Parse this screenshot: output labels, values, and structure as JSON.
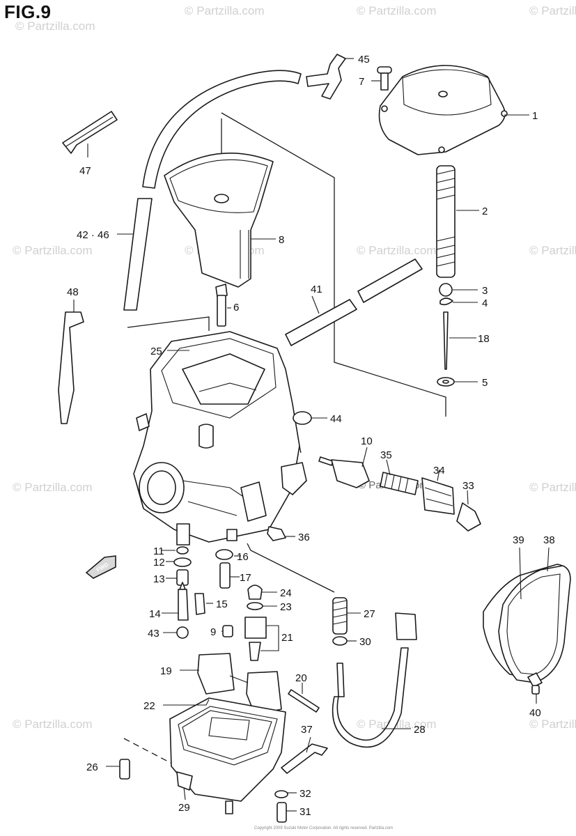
{
  "figure": {
    "title": "FIG.9"
  },
  "watermark": {
    "text": "© Partzilla.com",
    "inline_text": "© Partzilla.com"
  },
  "copyright_line": "Copyright 2009 Suzuki Motor Corporation. All rights reserved. Partzilla.com",
  "direction_badge": {
    "text": "FWD",
    "icon": "fwd-arrow-icon"
  },
  "callouts": [
    {
      "label": "1"
    },
    {
      "label": "2"
    },
    {
      "label": "3"
    },
    {
      "label": "4"
    },
    {
      "label": "5"
    },
    {
      "label": "6"
    },
    {
      "label": "7"
    },
    {
      "label": "8"
    },
    {
      "label": "9"
    },
    {
      "label": "10"
    },
    {
      "label": "11"
    },
    {
      "label": "12"
    },
    {
      "label": "13"
    },
    {
      "label": "14"
    },
    {
      "label": "15"
    },
    {
      "label": "16"
    },
    {
      "label": "17"
    },
    {
      "label": "18"
    },
    {
      "label": "19"
    },
    {
      "label": "20"
    },
    {
      "label": "21"
    },
    {
      "label": "22"
    },
    {
      "label": "23"
    },
    {
      "label": "24"
    },
    {
      "label": "25"
    },
    {
      "label": "26"
    },
    {
      "label": "27"
    },
    {
      "label": "28"
    },
    {
      "label": "29"
    },
    {
      "label": "30"
    },
    {
      "label": "31"
    },
    {
      "label": "32"
    },
    {
      "label": "33"
    },
    {
      "label": "34"
    },
    {
      "label": "35"
    },
    {
      "label": "36"
    },
    {
      "label": "37"
    },
    {
      "label": "38"
    },
    {
      "label": "39"
    },
    {
      "label": "40"
    },
    {
      "label": "41"
    },
    {
      "label": "42 · 46"
    },
    {
      "label": "43"
    },
    {
      "label": "44"
    },
    {
      "label": "45"
    },
    {
      "label": "47"
    },
    {
      "label": "48"
    }
  ]
}
